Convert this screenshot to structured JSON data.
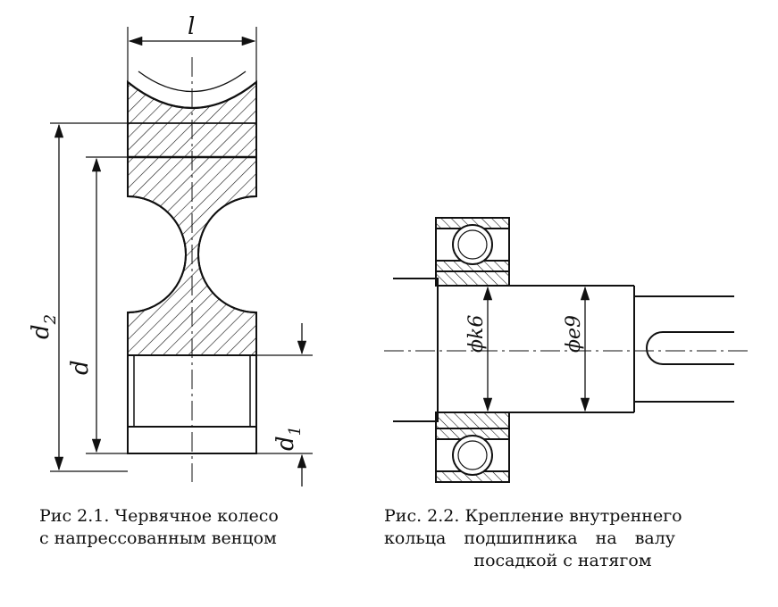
{
  "figure1": {
    "dim_l": "l",
    "dim_d2": "d",
    "dim_d2_sub": "2",
    "dim_d": "d",
    "dim_d1": "d",
    "dim_d1_sub": "1",
    "caption_line1": "Рис 2.1. Червячное колесо",
    "caption_line2": "с напрессованным венцом"
  },
  "figure2": {
    "dim_k6": "ϕk6",
    "dim_e9": "ϕe9",
    "caption_line1": "Рис. 2.2. Крепление внутреннего",
    "caption_line2": "кольца подшипника на валу",
    "caption_line3": "посадкой с натягом"
  }
}
